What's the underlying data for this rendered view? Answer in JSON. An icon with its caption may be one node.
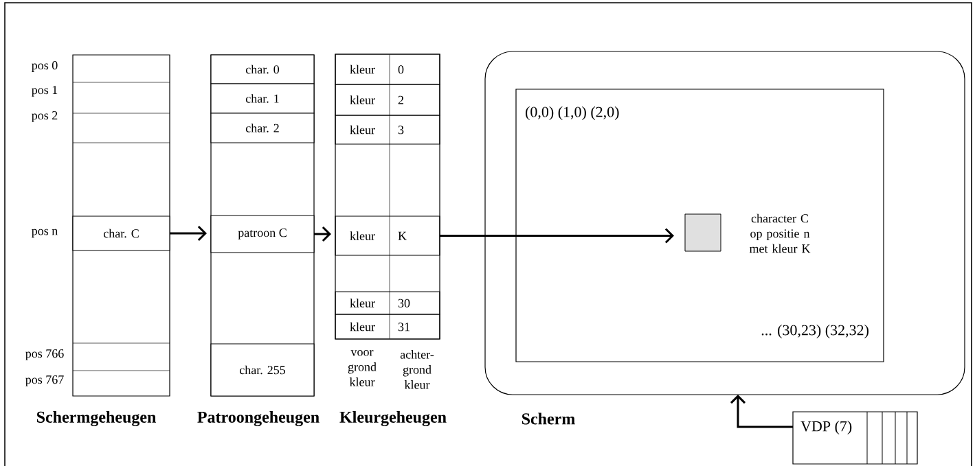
{
  "diagram": {
    "nodes": [
      {
        "text": [
          "Schermgeheugen"
        ]
      },
      {
        "text": [
          "char. C"
        ],
        "in": 0
      },
      {
        "text": [
          "Patroongeheugen"
        ]
      },
      {
        "text": [
          "char. 0"
        ],
        "in": 2
      },
      {
        "text": [
          "char. 1"
        ],
        "in": 2
      },
      {
        "text": [
          "char. 2"
        ],
        "in": 2
      },
      {
        "text": [
          "patroon C"
        ],
        "in": 2
      },
      {
        "text": [
          "char. 255"
        ],
        "in": 2
      },
      {
        "text": [],
        "shape": "box",
        "beside": [
          "voor grond kleur",
          "achter- grond kleur",
          "Kleurgeheugen"
        ]
      },
      {
        "text": [
          "kleur",
          "0"
        ],
        "in": 8
      },
      {
        "text": [
          "kleur",
          "2"
        ],
        "in": 8
      },
      {
        "text": [
          "kleur",
          "3"
        ],
        "in": 8
      },
      {
        "text": [
          "kleur",
          "K"
        ],
        "in": 8
      },
      {
        "text": [
          "kleur",
          "30"
        ],
        "in": 8
      },
      {
        "text": [
          "kleur",
          "31"
        ],
        "in": 8
      },
      {
        "text": [
          "Scherm"
        ]
      },
      {
        "text": [
          "(0,0) (1,0) (2,0)",
          "... (30,23) (32,32)"
        ],
        "in": 15
      },
      {
        "text": [],
        "shape": "box",
        "in": 16,
        "beside": [
          "character C op positie n met kleur K"
        ]
      },
      {
        "text": [
          "VDP (7)"
        ]
      }
    ],
    "edges": [
      {
        "from": 1,
        "to": 6,
        "arrow": "to"
      },
      {
        "from": 6,
        "to": 12,
        "arrow": "to"
      },
      {
        "from": 12,
        "to": 17,
        "arrow": "to"
      },
      {
        "from": 18,
        "to": 15,
        "arrow": "to"
      }
    ],
    "labels": [
      "pos 0",
      "pos 1",
      "pos 2",
      "pos n",
      "pos 766",
      "pos 767"
    ]
  }
}
